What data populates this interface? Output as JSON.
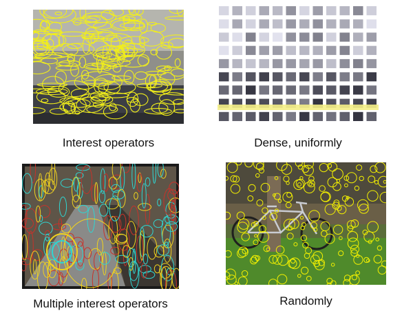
{
  "panels": [
    {
      "id": "interest",
      "caption": "Interest operators",
      "marker_color": "#f2ef1a"
    },
    {
      "id": "dense",
      "caption": "Dense, uniformly",
      "marker_color": "#f4ee86"
    },
    {
      "id": "multiple",
      "caption": "Multiple interest operators",
      "marker_colors": [
        "#f0d21f",
        "#2fd6d2",
        "#c8322a"
      ]
    },
    {
      "id": "random",
      "caption": "Randomly",
      "marker_color": "#f3f000"
    }
  ]
}
